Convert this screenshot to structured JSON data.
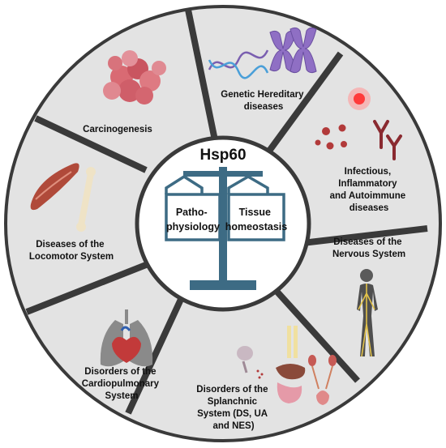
{
  "center": {
    "title": "Hsp60",
    "left_pan": [
      "Patho-",
      "physiology"
    ],
    "right_pan": [
      "Tissue",
      "homeostasis"
    ]
  },
  "segments": [
    {
      "id": "genetic",
      "lines": [
        "Genetic Hereditary",
        "diseases"
      ]
    },
    {
      "id": "infectious",
      "lines": [
        "Infectious,",
        "Inflammatory",
        "and Autoimmune",
        "diseases"
      ]
    },
    {
      "id": "nervous",
      "lines": [
        "Diseases of the",
        "Nervous System"
      ]
    },
    {
      "id": "splanchnic",
      "lines": [
        "Disorders of the",
        "Splanchnic",
        "System (DS, UA",
        "and NES)"
      ]
    },
    {
      "id": "cardio",
      "lines": [
        "Disorders of the",
        "Cardiopulmonary",
        "System"
      ]
    },
    {
      "id": "locomotor",
      "lines": [
        "Diseases of the",
        "Locomotor System"
      ]
    },
    {
      "id": "carcino",
      "lines": [
        "Carcinogenesis"
      ]
    }
  ],
  "colors": {
    "ring": "#e3e3e3",
    "divider": "#3a3a3a",
    "scale": "#3d6b84",
    "center_fill": "#ffffff"
  }
}
